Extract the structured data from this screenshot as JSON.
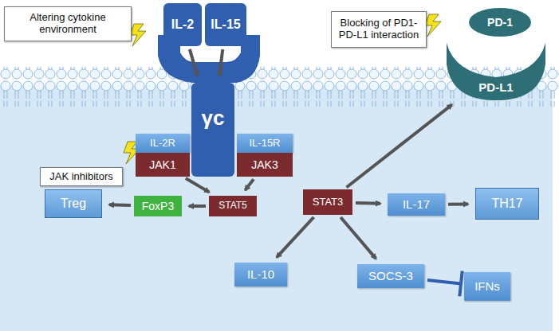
{
  "diagram": {
    "nodes": [
      {
        "text": [
          "Altering cytokine environment"
        ]
      },
      {
        "text": [
          "IL-2"
        ]
      },
      {
        "text": [
          "IL-15"
        ]
      },
      {
        "text": [
          "γc"
        ]
      },
      {
        "text": [
          "IL-2R"
        ]
      },
      {
        "text": [
          "IL-15R"
        ]
      },
      {
        "text": [
          "JAK1"
        ]
      },
      {
        "text": [
          "JAK3"
        ]
      },
      {
        "text": [
          "JAK inhibitors"
        ]
      },
      {
        "text": [
          "Blocking of PD1- PD-L1 interaction"
        ]
      },
      {
        "text": [
          "PD-1"
        ]
      },
      {
        "text": [
          "PD-L1"
        ]
      },
      {
        "text": [
          "STAT5"
        ]
      },
      {
        "text": [
          "STAT3"
        ]
      },
      {
        "text": [
          "FoxP3"
        ]
      },
      {
        "text": [
          "Treg"
        ]
      },
      {
        "text": [
          "IL-17"
        ]
      },
      {
        "text": [
          "TH17"
        ]
      },
      {
        "text": [
          "IL-10"
        ]
      },
      {
        "text": [
          "SOCS-3"
        ]
      },
      {
        "text": [
          "IFNs"
        ]
      }
    ],
    "edges": [
      {
        "from": 1,
        "to": 3,
        "arrow": "to"
      },
      {
        "from": 2,
        "to": 3,
        "arrow": "to"
      },
      {
        "from": 6,
        "to": 12,
        "arrow": "to"
      },
      {
        "from": 7,
        "to": 12,
        "arrow": "to"
      },
      {
        "from": 12,
        "to": 14,
        "arrow": "to"
      },
      {
        "from": 14,
        "to": 15,
        "arrow": "to"
      },
      {
        "from": 13,
        "to": 11,
        "arrow": "to"
      },
      {
        "from": 13,
        "to": 16,
        "arrow": "to"
      },
      {
        "from": 16,
        "to": 17,
        "arrow": "to"
      },
      {
        "from": 13,
        "to": 18,
        "arrow": "to"
      },
      {
        "from": 13,
        "to": 19,
        "arrow": "to"
      },
      {
        "from": 19,
        "to": 20,
        "arrow": "to"
      }
    ]
  }
}
